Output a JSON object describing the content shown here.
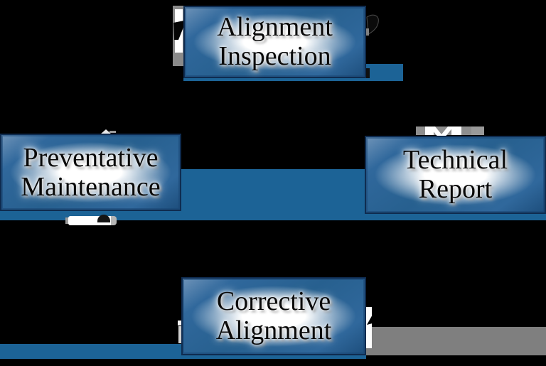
{
  "diagram": {
    "type": "process-cycle",
    "colors": {
      "background": "#000000",
      "band_blue": "#1c6396",
      "box_blue": "#2d689e",
      "box_border": "#0f2c50",
      "gray_arrow": "#7f7f7f"
    },
    "nodes": [
      {
        "id": "alignment-inspection",
        "line1": "Alignment",
        "line2": "Inspection"
      },
      {
        "id": "technical-report",
        "line1": "Technical",
        "line2": "Report"
      },
      {
        "id": "corrective-alignment",
        "line1": "Corrective",
        "line2": "Alignment"
      },
      {
        "id": "preventative-maintenance",
        "line1": "Preventative",
        "line2": "Maintenance"
      }
    ]
  }
}
